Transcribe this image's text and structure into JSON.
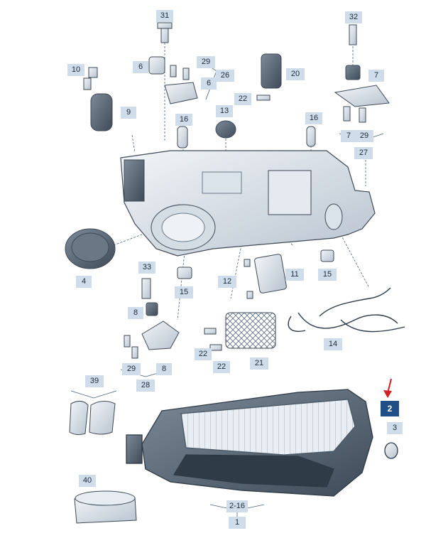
{
  "callouts": {
    "c1": "1",
    "c2": "2",
    "c3": "3",
    "c4": "4",
    "c6a": "6",
    "c6b": "6",
    "c7a": "7",
    "c7b": "7",
    "c8a": "8",
    "c8b": "8",
    "c9": "9",
    "c10": "10",
    "c11": "11",
    "c12": "12",
    "c13": "13",
    "c14": "14",
    "c15a": "15",
    "c15b": "15",
    "c16a": "16",
    "c16b": "16",
    "c20": "20",
    "c21": "21",
    "c22a": "22",
    "c22b": "22",
    "c22c": "22",
    "c26": "26",
    "c27": "27",
    "c28": "28",
    "c29a": "29",
    "c29b": "29",
    "c29c": "29",
    "c31": "31",
    "c32": "32",
    "c33": "33",
    "c39": "39",
    "c40": "40",
    "c216": "2-16"
  },
  "colors": {
    "label_bg": "#cfdcea",
    "highlight_bg": "#1f4f86",
    "arrow": "#d42020",
    "line": "#4a6178"
  },
  "highlighted_part": "2"
}
